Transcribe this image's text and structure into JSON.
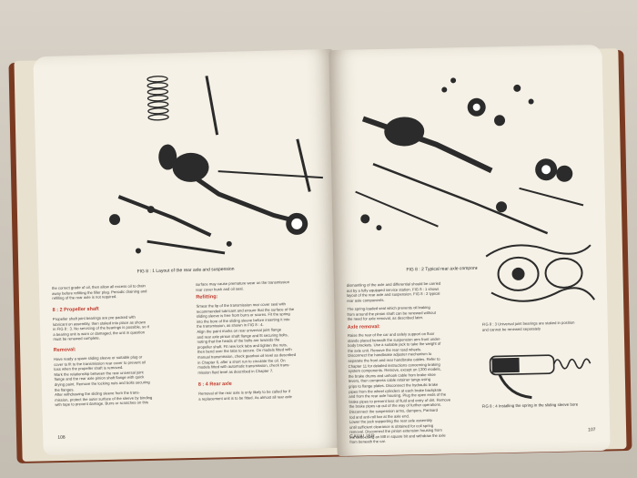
{
  "left_page": {
    "figure_caption": "FIG 8 : 1 Layout of the rear axle and suspension",
    "col1_intro": [
      "the correct grade of oil, then allow all excess oil to drain",
      "away before refitting the filler plug. Periodic draining and",
      "refilling of the rear axle is not required."
    ],
    "heading_propeller": "8 : 2 Propeller shaft",
    "col1_propeller": [
      "Propeller shaft joint bearings are pre-packed with",
      "lubricant on assembly, then staked into place as shown",
      "in FIG 8 : 3. No servicing of the bearings is possible, so if",
      "a bearing unit is worn or damaged, the unit in question",
      "must be renewed complete."
    ],
    "heading_removal": "Removal:",
    "col1_removal": [
      "Have ready a spare sliding sleeve or suitable plug or",
      "cover to fit to the transmission rear cover to prevent oil",
      "loss when the propeller shaft is removed.",
      "Mark the relationship between the rear universal joint",
      "flange and the rear axle pinion shaft flange with quick",
      "drying paint. Remove the locking nuts and bolts securing",
      "the flanges.",
      "After withdrawing the sliding sleeve from the trans-",
      "mission, protect the outer surface of the sleeve by binding",
      "with tape to prevent damage. Burrs or scratches on this"
    ],
    "col2_top": [
      "surface may cause premature wear on the transmission",
      "rear cover bush and oil seal."
    ],
    "heading_refitting": "Refitting:",
    "col2_refitting": [
      "Smear the lip of the transmission rear cover seal with",
      "recommended lubricant and ensure that the surface of the",
      "sliding sleeve is free from burrs or scores. Fit the spring",
      "into the bore of the sliding sleeve before inserting it into",
      "the transmission, as shown in FIG 8 : 4.",
      "Align the paint marks on rear universal joint flange",
      "and rear axle pinion shaft flange and fit securing bolts,",
      "noting that the heads of the bolts are towards the",
      "propeller shaft. Fit new lock tabs and tighten the nuts,",
      "then bend over the tabs to secure. On models fitted with",
      "manual transmission, check gearbox oil level as described",
      "in Chapter 6, after a short run to circulate the oil. On",
      "models fitted with automatic transmission, check trans-",
      "mission fluid level as described in Chapter 7."
    ],
    "heading_rear_axle": "8 : 4 Rear axle",
    "col2_rear_axle": [
      "Removal of the rear axle is only likely to be called for if",
      "a replacement unit is to be fitted. As almost all rear axle"
    ],
    "page_number": "108"
  },
  "right_page": {
    "figure_caption": "FIG 8 : 2 Typical rear axle components",
    "col1_top": [
      "dismantling of the axle and differential should be carried",
      "out by a fully equipped service station. FIG 8 : 1 shows",
      "layout of the rear axle and suspension. FIG 8 : 2 typical",
      "rear axle components."
    ],
    "col1_mid": [
      "The spring-loaded seal which prevents oil leaking",
      "from around the pinion shaft can be renewed without",
      "the need for axle removal, as described later."
    ],
    "heading_axle_removal": "Axle removal:",
    "col1_axle_removal": [
      "Raise the rear of the car and safely support on floor",
      "stands placed beneath the suspension arm front under-",
      "body brackets. Use a suitable jack to take the weight of",
      "the axle unit. Remove the rear road wheels.",
      "Disconnect the handbrake adjuster mechanism to",
      "separate the front and rear handbrake cables. Refer to",
      "Chapter 11 for detailed instructions concerning braking",
      "system components. Remove, except on 1300 models,",
      "the brake drums and unhook cable from brake shoe",
      "levers, then compress cable retainer tangs using",
      "grips to flange plates. Disconnect the hydraulic brake",
      "pipes from the wheel cylinders at each brake backplate",
      "and from the rear axle housing. Plug the open ends of the",
      "brake pipes to prevent loss of fluid and entry of dirt. Remove",
      "the brake pipes up out of the way of further operations.",
      "Disconnect the suspension arms, dampers, Panhard",
      "rod and anti-roll bar at the axle end.",
      "Lower the jack supporting the rear axle assembly",
      "until sufficient clearance is obtained for coil spring",
      "removal. Disconnect the pinion extension housing from",
      "the axle, using an M8 in square bit and withdraw the axle",
      "from beneath the car."
    ],
    "fig3_caption": [
      "FIG 8 : 3 Universal joint bearings are staked in position",
      "and cannot be renewed separately"
    ],
    "fig4_caption": "FIG 8 : 4 Installing the spring in the sliding sleeve bore",
    "running_head": "CAVALIER",
    "page_number": "107"
  }
}
